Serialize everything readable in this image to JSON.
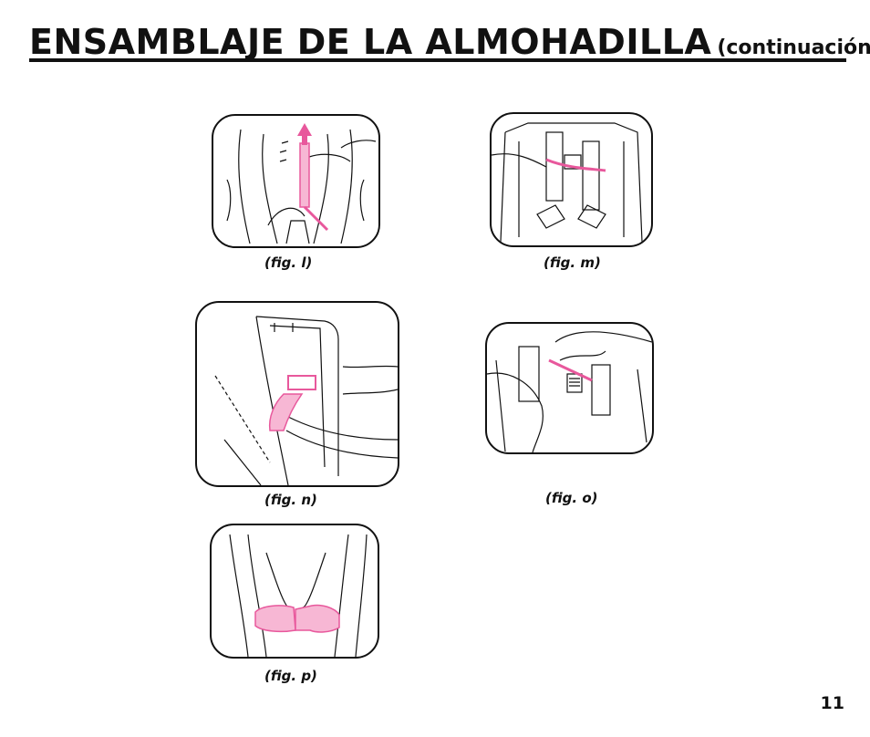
{
  "page": {
    "title": "ENSAMBLAJE DE LA ALMOHADILLA",
    "subtitle": "(continuación):",
    "page_number": "11"
  },
  "figures": {
    "l": {
      "caption": "(fig. l)"
    },
    "m": {
      "caption": "(fig. m)"
    },
    "n": {
      "caption": "(fig. n)"
    },
    "o": {
      "caption": "(fig. o)"
    },
    "p": {
      "caption": "(fig. p)"
    }
  },
  "colors": {
    "accent": "#e8589c",
    "accent_fill": "#f7b7d4",
    "line": "#111111"
  }
}
